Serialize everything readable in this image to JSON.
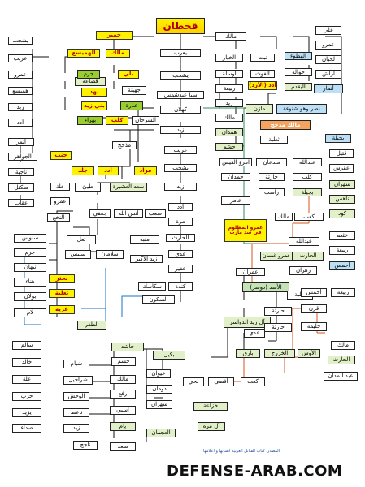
{
  "title": "قحطان",
  "nodes": {
    "yarub": "يعرب",
    "yashjub": "يشجب",
    "saba": "سبأ عبدشمس",
    "kahlan": "كهلان",
    "zaid": "زيد",
    "arib": "عريب",
    "yashjub2": "يشجب",
    "zaid2": "زيد",
    "udad": "أدد",
    "murra": "مرة",
    "harith": "الحارث",
    "adi": "عدي",
    "ufair": "عفير",
    "kinda": "كندة",
    "sakun": "السكون",
    "sakasik": "سكاسك",
    "himyar": "حمير",
    "malik_top": "مالك",
    "hamadan": "همدان",
    "jusham": "جشم",
    "madhhij": "مذحج",
    "ansullah": "أنس الله",
    "saad": "سعد العشيرة",
    "ju'fi": "جعفي",
    "tay": "طيئ",
    "judl": "جلد",
    "udad2": "أدد",
    "murad": "مراد",
    "janb": "جنب",
    "sab": "صعب",
    "munabbih": "منبه",
    "zaid_akbar": "زيد الأكبر",
    "ail_dawasir": "آل زيد الدواسر",
    "amr_muzayqiya": "عمرو المظلوم في سد مأرب",
    "azd": "الأسد (دوسر)",
    "imran": "عمران",
    "nasr": "نصر وهو شنوءة",
    "mazin": "مازن",
    "malik_madhij": "مالك مذحج",
    "hamdan_q": "حمدان",
    "khuza": "خزاعة",
    "aws": "الأوس",
    "khazraj": "الخزرج",
    "bariq": "بارق",
    "haritha": "حارثة",
    "adi2": "عدي",
    "haritha2": "حارثة",
    "thalaba": "ثعلبة",
    "zahran": "زهران",
    "ghassan": "عمرو غسان",
    "harith_q": "الحارث",
    "abdullah": "عبدالله",
    "kab": "كعب",
    "lahi": "لحي",
    "afsa": "أفصى",
    "kab2": "كعب",
    "bajila": "بجيلة",
    "qasr": "قسر",
    "ahmas": "أحمس",
    "qarn": "قرن",
    "khaluma": "خليمة",
    "rabia": "ربيعة",
    "malik_r": "مالك",
    "harith_r": "الحارث",
    "abd_madan": "عبد المدان",
    "qatil": "قتيل",
    "aqras": "عقرس",
    "shahran": "شهران",
    "nahis": "ناهس",
    "kud": "كود",
    "khathaam": "خثعم",
    "kalb": "كلب",
    "bajila2": "بجيلة",
    "abdullah2": "عبدالله",
    "malik2": "مالك",
    "rasib": "راسب",
    "amir": "عامر",
    "imru_qays": "امرؤ القيس",
    "mubdhaan": "مبدعان",
    "haritha3": "حارثة",
    "thalaba2": "ثعلبة",
    "ali": "علي",
    "amr": "عمرو",
    "lihyan": "لحيان",
    "arash": "أراش",
    "anmar": "أنمار",
    "hawala": "حوالة",
    "yaqdum": "اليقدم",
    "jahtaa": "الهطوء",
    "nabt": "نبت",
    "ghawth": "الغوث",
    "adad_azd": "أدد (الأزد)",
    "malik_k": "مالك",
    "khiyar": "الخيار",
    "awsala": "أوسلة",
    "rabia2": "ربيعة",
    "zaid3": "زيد",
    "malik3": "مالك",
    "hamdan2": "همدان",
    "yashjub_l": "يشجب",
    "arib_l": "عريب",
    "amr_l": "عمرو",
    "humaysa": "هميسع",
    "zaid_l": "زيد",
    "udad_l": "أدد",
    "hamaysa_y": "الهميسع",
    "malik_y": "مالك",
    "balyy": "بلي",
    "quda": "قضاعة",
    "jarm": "جرم",
    "juhayna": "جهينة",
    "nahd": "نهد",
    "bani_zaid": "بني زيد",
    "udhra": "عذرة",
    "kalb_y": "كلب",
    "bahra": "بهراء",
    "sarhan": "السرحان",
    "anmar_l": "أنمر",
    "jahawir": "الجواهر",
    "najiya": "ناجية",
    "saktal": "سكتل",
    "aqab": "عقاب",
    "ila": "علة",
    "amr2": "عمرو",
    "nakha": "النخع",
    "sanus": "سنوس",
    "jurm": "جرم",
    "nabhan": "نبهان",
    "hunaa": "هناء",
    "bawlan": "بولان",
    "lam": "لام",
    "thual": "ثعل",
    "sanbas": "سنبس",
    "salaman": "سلامان",
    "buhtur": "بحتر",
    "thaliba_y": "ثعلبة",
    "ghaziya": "غزية",
    "tafar": "الطفر",
    "salim": "سالم",
    "khalid": "خالد",
    "ila2": "علة",
    "harb": "حرب",
    "yazid": "يزيد",
    "sudaa": "صداء",
    "hashid": "حاشد",
    "bakil": "بكيل",
    "jusham2": "جشم",
    "shibam": "شبام",
    "sharahil": "شراحيل",
    "wahsh": "الوحش",
    "nashit": "ناعط",
    "zaid4": "زيد",
    "malik4": "مالك",
    "rafaa": "رفع",
    "asbi": "أسبي",
    "yam": "يام",
    "saad2": "سعد",
    "najih": "ناجح",
    "khaywan": "خيوان",
    "dumnan": "دومان",
    "shahran2": "شهران",
    "al_murra": "آل مرة",
    "ajman": "العجمان"
  },
  "source_note": "المصدر: كتاب القبائل العربية انسابها و اعلامها",
  "watermark": "DEFENSE-ARAB.COM"
}
